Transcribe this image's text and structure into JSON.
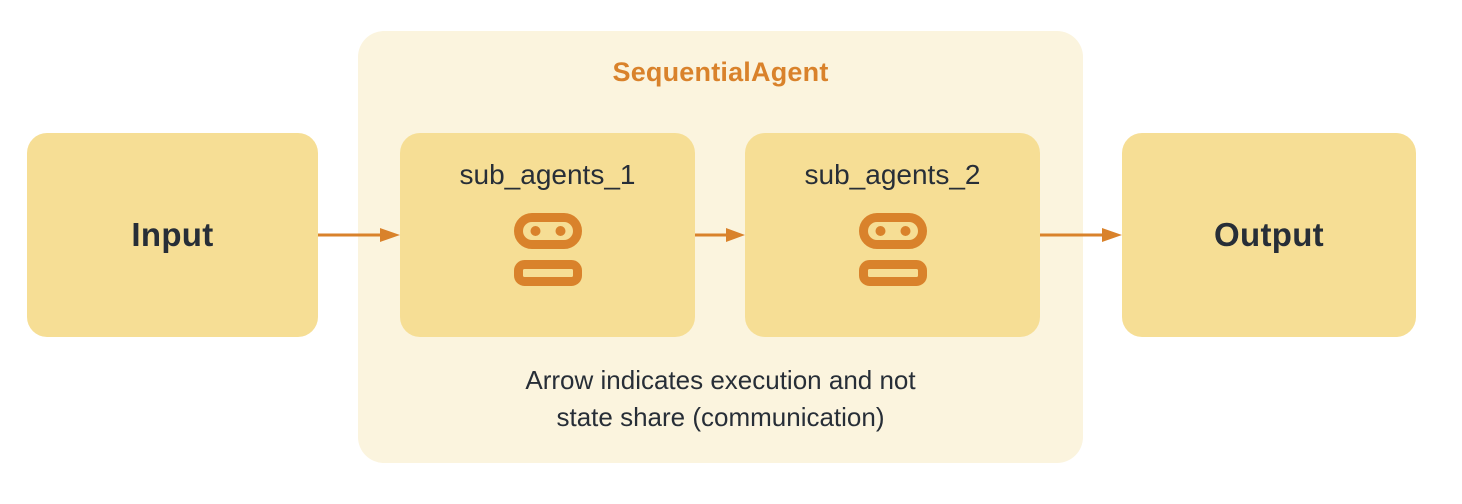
{
  "diagram": {
    "input": {
      "label": "Input"
    },
    "output": {
      "label": "Output"
    },
    "group": {
      "title": "SequentialAgent",
      "sub_agents": [
        {
          "label": "sub_agents_1",
          "icon": "robot-icon"
        },
        {
          "label": "sub_agents_2",
          "icon": "robot-icon"
        }
      ],
      "caption_lines": [
        "Arrow indicates execution and not",
        "state share (communication)"
      ]
    },
    "arrows": [
      {
        "from": "Input",
        "to": "sub_agents_1"
      },
      {
        "from": "sub_agents_1",
        "to": "sub_agents_2"
      },
      {
        "from": "sub_agents_2",
        "to": "Output"
      }
    ],
    "colors": {
      "node_fill": "#F6DE95",
      "group_fill": "#FBF4DE",
      "accent_orange": "#D9822B",
      "text_dark": "#272E37"
    }
  }
}
